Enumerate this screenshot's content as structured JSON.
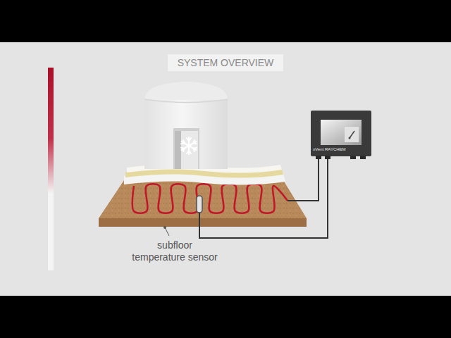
{
  "diagram": {
    "title": "SYSTEM OVERVIEW",
    "labels": [
      "subfloor temperature sensor",
      "nVent RAYCHEM"
    ]
  }
}
